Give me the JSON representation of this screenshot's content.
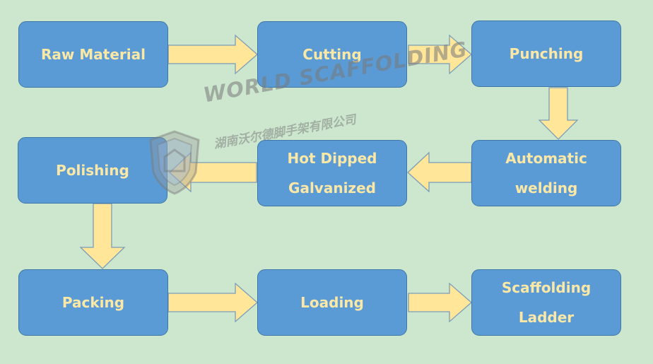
{
  "steps": [
    {
      "id": "raw-material",
      "lines": [
        "Raw Material"
      ]
    },
    {
      "id": "cutting",
      "lines": [
        "Cutting"
      ]
    },
    {
      "id": "punching",
      "lines": [
        "Punching"
      ]
    },
    {
      "id": "automatic-welding",
      "lines": [
        "Automatic",
        "welding"
      ]
    },
    {
      "id": "hot-dipped-galvanized",
      "lines": [
        "Hot Dipped",
        "Galvanized"
      ]
    },
    {
      "id": "polishing",
      "lines": [
        "Polishing"
      ]
    },
    {
      "id": "packing",
      "lines": [
        "Packing"
      ]
    },
    {
      "id": "loading",
      "lines": [
        "Loading"
      ]
    },
    {
      "id": "scaffolding-ladder",
      "lines": [
        "Scaffolding",
        "Ladder"
      ]
    }
  ],
  "flow": [
    [
      "raw-material",
      "cutting"
    ],
    [
      "cutting",
      "punching"
    ],
    [
      "punching",
      "automatic-welding"
    ],
    [
      "automatic-welding",
      "hot-dipped-galvanized"
    ],
    [
      "hot-dipped-galvanized",
      "polishing"
    ],
    [
      "polishing",
      "packing"
    ],
    [
      "packing",
      "loading"
    ],
    [
      "loading",
      "scaffolding-ladder"
    ]
  ],
  "watermark": {
    "text": "WORLD SCAFFOLDING",
    "subtext": "湖南沃尔德脚手架有限公司"
  },
  "colors": {
    "background": "#cde7cf",
    "box_fill": "#5b9bd5",
    "box_text": "#fbe8a6",
    "arrow_fill": "#ffe699"
  }
}
